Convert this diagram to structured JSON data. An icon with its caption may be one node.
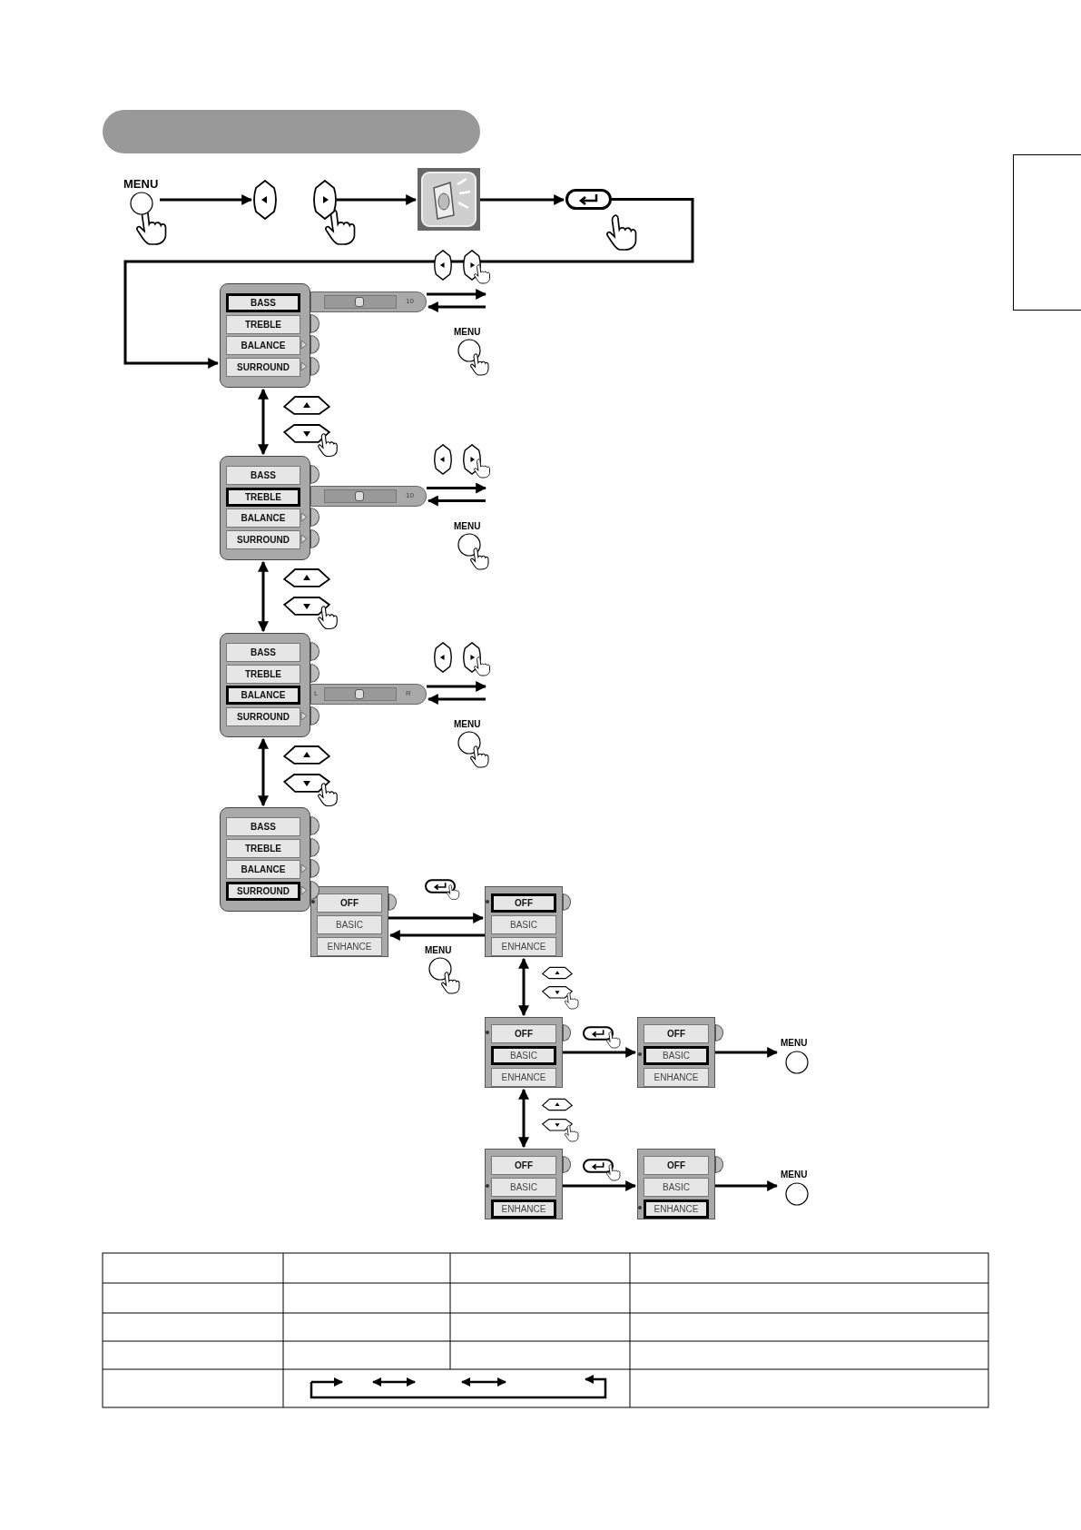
{
  "diagram": {
    "nodes": [
      {
        "text": [
          "MENU"
        ]
      },
      {
        "text": [],
        "shape": "button"
      },
      {
        "text": [],
        "shape": "button"
      },
      {
        "text": [],
        "shape": "icon"
      },
      {
        "text": [],
        "shape": "button"
      },
      {
        "text": [],
        "shape": "box"
      },
      {
        "text": [
          "BASS"
        ],
        "in": 5
      },
      {
        "text": [
          "TREBLE"
        ],
        "in": 5
      },
      {
        "text": [
          "BALANCE"
        ],
        "in": 5
      },
      {
        "text": [
          "SURROUND"
        ],
        "in": 5
      },
      {
        "text": [
          "10"
        ]
      },
      {
        "text": [],
        "shape": "box"
      },
      {
        "text": [
          "BASS"
        ],
        "in": 11
      },
      {
        "text": [
          "TREBLE"
        ],
        "in": 11
      },
      {
        "text": [
          "BALANCE"
        ],
        "in": 11
      },
      {
        "text": [
          "SURROUND"
        ],
        "in": 11
      },
      {
        "text": [
          "10"
        ]
      },
      {
        "text": [],
        "shape": "box"
      },
      {
        "text": [
          "BASS"
        ],
        "in": 17
      },
      {
        "text": [
          "TREBLE"
        ],
        "in": 17
      },
      {
        "text": [
          "BALANCE"
        ],
        "in": 17
      },
      {
        "text": [
          "SURROUND"
        ],
        "in": 17
      },
      {
        "text": [
          "L",
          "R"
        ]
      },
      {
        "text": [],
        "shape": "box"
      },
      {
        "text": [
          "BASS"
        ],
        "in": 23
      },
      {
        "text": [
          "TREBLE"
        ],
        "in": 23
      },
      {
        "text": [
          "BALANCE"
        ],
        "in": 23
      },
      {
        "text": [
          "SURROUND"
        ],
        "in": 23
      },
      {
        "text": [],
        "shape": "box"
      },
      {
        "text": [
          "OFF"
        ],
        "in": 28
      },
      {
        "text": [
          "BASIC"
        ],
        "in": 28
      },
      {
        "text": [
          "ENHANCE"
        ],
        "in": 28
      },
      {
        "text": [],
        "shape": "box"
      },
      {
        "text": [
          "OFF"
        ],
        "in": 32
      },
      {
        "text": [
          "BASIC"
        ],
        "in": 32
      },
      {
        "text": [
          "ENHANCE"
        ],
        "in": 32
      },
      {
        "text": [],
        "shape": "box"
      },
      {
        "text": [
          "OFF"
        ],
        "in": 36
      },
      {
        "text": [
          "BASIC"
        ],
        "in": 36
      },
      {
        "text": [
          "ENHANCE"
        ],
        "in": 36
      },
      {
        "text": [],
        "shape": "box"
      },
      {
        "text": [
          "OFF"
        ],
        "in": 40
      },
      {
        "text": [
          "BASIC"
        ],
        "in": 40
      },
      {
        "text": [
          "ENHANCE"
        ],
        "in": 40
      },
      {
        "text": [
          "MENU"
        ]
      },
      {
        "text": [],
        "shape": "box"
      },
      {
        "text": [
          "OFF"
        ],
        "in": 45
      },
      {
        "text": [
          "BASIC"
        ],
        "in": 45
      },
      {
        "text": [
          "ENHANCE"
        ],
        "in": 45
      },
      {
        "text": [],
        "shape": "box"
      },
      {
        "text": [
          "OFF"
        ],
        "in": 49
      },
      {
        "text": [
          "BASIC"
        ],
        "in": 49
      },
      {
        "text": [
          "ENHANCE"
        ],
        "in": 49
      },
      {
        "text": [
          "MENU"
        ]
      },
      {
        "text": [],
        "shape": "bar"
      },
      {
        "text": [],
        "shape": "box"
      }
    ],
    "edges": [
      {
        "from": 0,
        "to": 1,
        "arrow": "to"
      },
      {
        "from": 2,
        "to": 3,
        "arrow": "to"
      },
      {
        "from": 3,
        "to": 4,
        "arrow": "to"
      },
      {
        "from": 4,
        "to": 5,
        "arrow": "to"
      },
      {
        "from": 10,
        "to": null,
        "arrow": "to"
      },
      {
        "from": null,
        "to": 10,
        "arrow": "to"
      },
      {
        "from": 5,
        "to": 11,
        "arrow": "both"
      },
      {
        "from": 16,
        "to": null,
        "arrow": "to"
      },
      {
        "from": null,
        "to": 16,
        "arrow": "to"
      },
      {
        "from": 11,
        "to": 17,
        "arrow": "both"
      },
      {
        "from": 22,
        "to": null,
        "arrow": "to"
      },
      {
        "from": null,
        "to": 22,
        "arrow": "to"
      },
      {
        "from": 17,
        "to": 23,
        "arrow": "both"
      },
      {
        "from": 28,
        "to": 32,
        "arrow": "to"
      },
      {
        "from": 32,
        "to": 28,
        "arrow": "to"
      },
      {
        "from": 32,
        "to": 36,
        "arrow": "both"
      },
      {
        "from": 36,
        "to": 40,
        "arrow": "to"
      },
      {
        "from": 40,
        "to": 44,
        "arrow": "to"
      },
      {
        "from": 36,
        "to": 45,
        "arrow": "both"
      },
      {
        "from": 45,
        "to": 49,
        "arrow": "to"
      },
      {
        "from": 49,
        "to": 53,
        "arrow": "to"
      }
    ],
    "labels": [
      "MENU",
      "MENU",
      "MENU",
      "MENU"
    ]
  }
}
